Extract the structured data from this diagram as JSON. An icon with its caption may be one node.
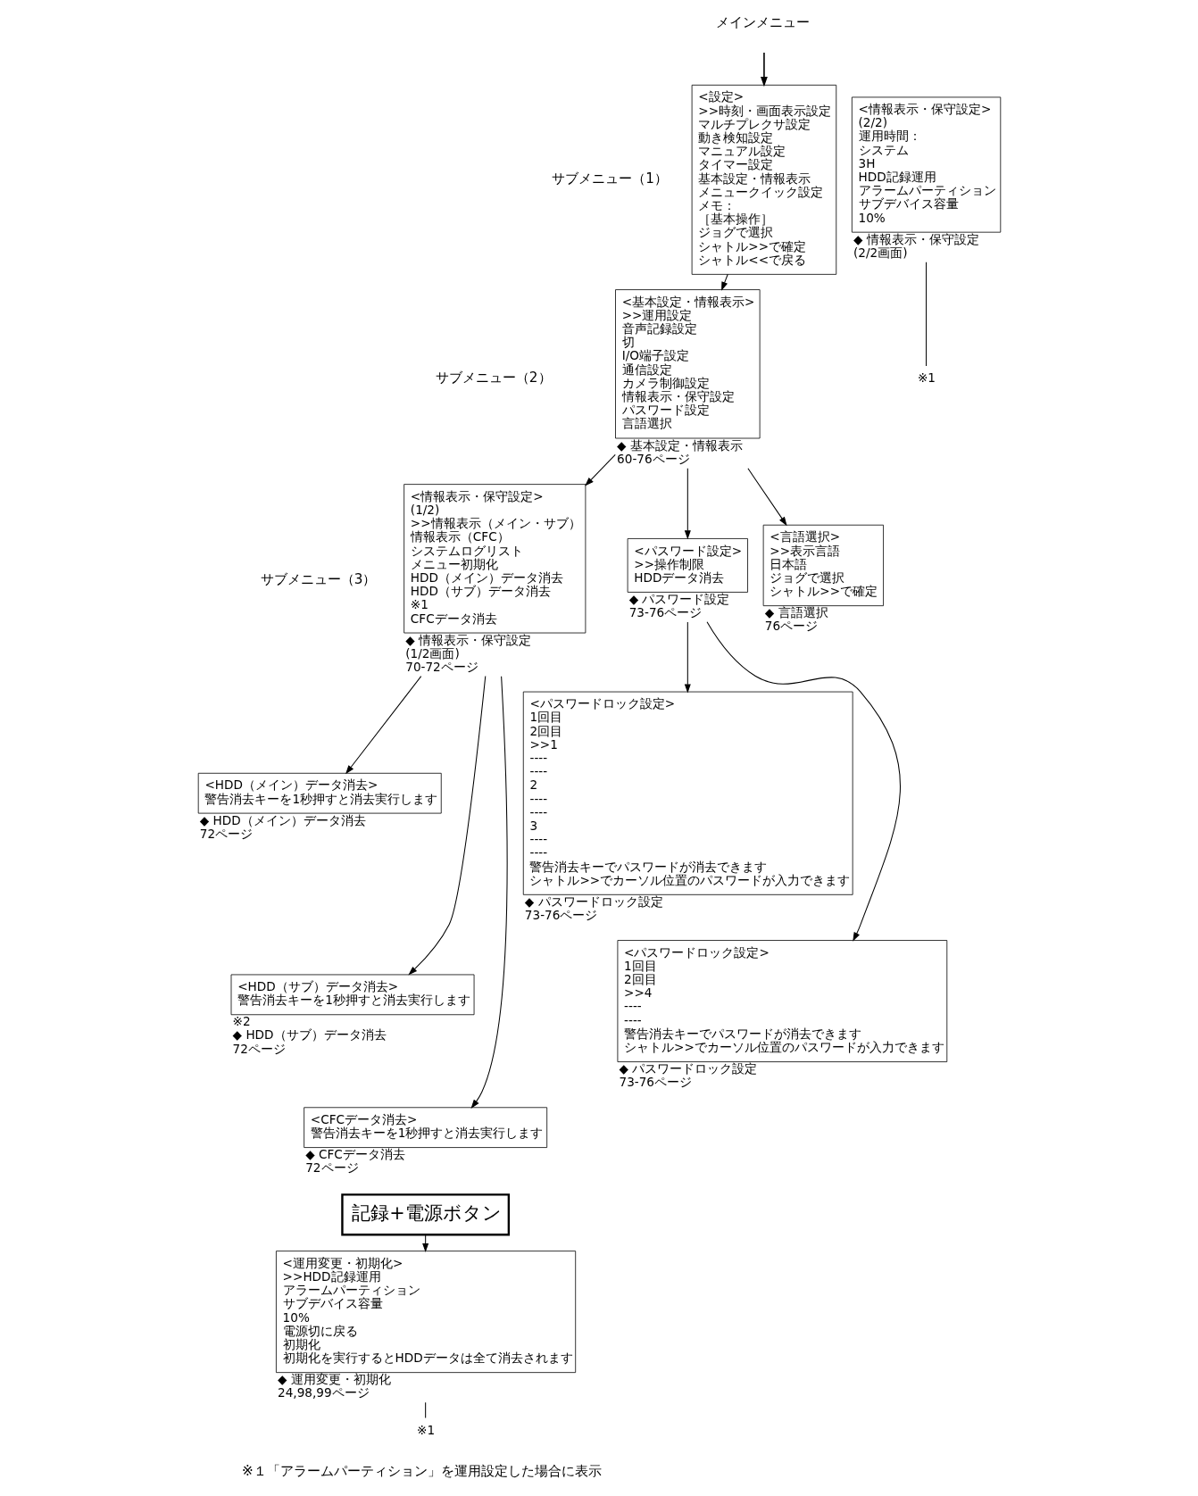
{
  "diagram": {
    "nodes": [
      {
        "text": [
          "<設定>",
          ">>時刻・画面表示設定",
          "マルチプレクサ設定",
          "動き検知設定",
          "マニュアル設定",
          "タイマー設定",
          "基本設定・情報表示",
          "メニュークイック設定",
          "メモ：",
          "［基本操作］",
          "ジョグで選択",
          "シャトル>>で確定",
          "シャトル<<で戻る"
        ]
      },
      {
        "text": [
          "<基本設定・情報表示>",
          ">>運用設定",
          "音声記録設定",
          "切",
          "I/O端子設定",
          "通信設定",
          "カメラ制御設定",
          "情報表示・保守設定",
          "パスワード設定",
          "言語選択"
        ],
        "beside": [
          "◆ 基本設定・情報表示",
          "60-76ページ"
        ]
      },
      {
        "text": [
          "<情報表示・保守設定>",
          "(1/2)",
          ">>情報表示（メイン・サブ）",
          "情報表示（CFC）",
          "システムログリスト",
          "メニュー初期化",
          "HDD（メイン）データ消去",
          "HDD（サブ）データ消去",
          "※1",
          "CFCデータ消去"
        ],
        "beside": [
          "◆ 情報表示・保守設定",
          "(1/2画面)",
          "70-72ページ"
        ]
      },
      {
        "text": [
          "<情報表示・保守設定>",
          "(2/2)",
          "運用時間：",
          "システム",
          "3H",
          "HDD記録運用",
          "アラームパーティション",
          "サブデバイス容量",
          "10%"
        ],
        "beside": [
          "◆ 情報表示・保守設定",
          "(2/2画面)"
        ]
      },
      {
        "text": [
          "※1"
        ]
      },
      {
        "text": [
          "<HDD（メイン）データ消去>",
          "警告消去キーを1秒押すと消去実行します"
        ],
        "beside": [
          "◆ HDD（メイン）データ消去",
          "72ページ"
        ]
      },
      {
        "text": [
          "<HDD（サブ）データ消去>",
          "警告消去キーを1秒押すと消去実行します"
        ],
        "beside": [
          "※2",
          "◆ HDD（サブ）データ消去",
          "72ページ"
        ]
      },
      {
        "text": [
          "<CFCデータ消去>",
          "警告消去キーを1秒押すと消去実行します"
        ],
        "beside": [
          "◆ CFCデータ消去",
          "72ページ"
        ]
      },
      {
        "text": [
          "<パスワード設定>",
          ">>操作制限",
          "HDDデータ消去"
        ],
        "beside": [
          "◆ パスワード設定",
          "73-76ページ"
        ]
      },
      {
        "text": [
          "<パスワードロック設定>",
          "1回目",
          "2回目",
          ">>1",
          "----",
          "----",
          "2",
          "----",
          "----",
          "3",
          "----",
          "----",
          "警告消去キーでパスワードが消去できます",
          "シャトル>>でカーソル位置のパスワードが入力できます"
        ],
        "beside": [
          "◆ パスワードロック設定",
          "73-76ページ"
        ]
      },
      {
        "text": [
          "<パスワードロック設定>",
          "1回目",
          "2回目",
          ">>4",
          "----",
          "----",
          "警告消去キーでパスワードが消去できます",
          "シャトル>>でカーソル位置のパスワードが入力できます"
        ],
        "beside": [
          "◆ パスワードロック設定",
          "73-76ページ"
        ]
      },
      {
        "text": [
          "<言語選択>",
          ">>表示言語",
          "日本語",
          "ジョグで選択",
          "シャトル>>で確定"
        ],
        "beside": [
          "◆ 言語選択",
          "76ページ"
        ]
      },
      {
        "text": [
          "記録+電源ボタン"
        ]
      },
      {
        "text": [
          "<運用変更・初期化>",
          ">>HDD記録運用",
          "アラームパーティション",
          "サブデバイス容量",
          "10%",
          "電源切に戻る",
          "初期化",
          "初期化を実行するとHDDデータは全て消去されます"
        ],
        "beside": [
          "◆ 運用変更・初期化",
          "24,98,99ページ"
        ]
      },
      {
        "text": [
          "※1"
        ]
      }
    ],
    "edges": [
      {
        "from": null,
        "to": 0,
        "arrow": "to"
      },
      {
        "from": 0,
        "to": 1,
        "arrow": "to"
      },
      {
        "from": 1,
        "to": 2,
        "arrow": "to"
      },
      {
        "from": 1,
        "to": 8,
        "arrow": "to"
      },
      {
        "from": 1,
        "to": 11,
        "arrow": "to"
      },
      {
        "from": 2,
        "to": 5,
        "arrow": "to"
      },
      {
        "from": 2,
        "to": 6,
        "arrow": "to"
      },
      {
        "from": 2,
        "to": 7,
        "arrow": "to"
      },
      {
        "from": 3,
        "to": 4,
        "arrow": "none"
      },
      {
        "from": 8,
        "to": 9,
        "arrow": "to"
      },
      {
        "from": 8,
        "to": 10,
        "arrow": "to"
      },
      {
        "from": 12,
        "to": 13,
        "arrow": "to"
      },
      {
        "from": 13,
        "to": 14,
        "arrow": "none"
      }
    ],
    "labels": [
      "メインメニュー",
      "サブメニュー（1）",
      "サブメニュー（2）",
      "サブメニュー（3）",
      "※１「アラームパーティション」を運用設定した場合に表示"
    ]
  }
}
